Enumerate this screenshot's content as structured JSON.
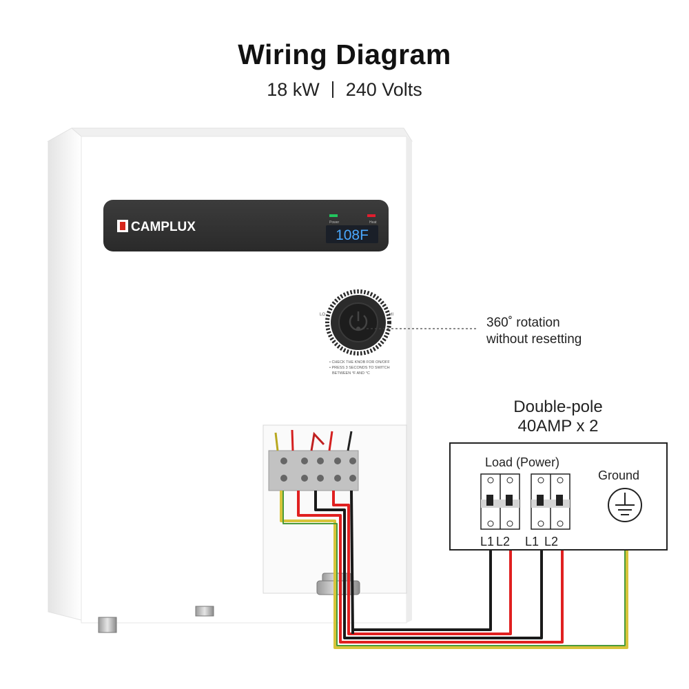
{
  "header": {
    "title": "Wiring Diagram",
    "spec_power": "18 kW",
    "spec_voltage": "240 Volts"
  },
  "heater": {
    "brand": "CAMPLUX",
    "display_value": "108F",
    "indicator_left": "Power",
    "indicator_right": "Heat",
    "indicator_left_color": "#22c55e",
    "indicator_right_color": "#e11d2e",
    "knob_label_low": "LO",
    "knob_label_high": "HI",
    "knob_instructions_line1": "• CHECK THE KNOB FOR ON/OFF",
    "knob_instructions_line2": "• PRESS 3 SECONDS TO SWITCH",
    "knob_instructions_line3": "BETWEEN °F AND °C"
  },
  "callout": {
    "line1": "360˚ rotation",
    "line2": "without resetting"
  },
  "breaker": {
    "title_line1": "Double-pole",
    "title_line2": "40AMP x 2",
    "load_label": "Load (Power)",
    "ground_label": "Ground",
    "terminals": [
      "L1",
      "L2",
      "L1",
      "L2"
    ]
  },
  "colors": {
    "wire_black": "#1a1a1a",
    "wire_red": "#e02020",
    "wire_ground_yellow": "#d8c43a",
    "wire_ground_green": "#4a9a3a",
    "panel_dark": "#333333",
    "display_blue": "#4aa8ff"
  },
  "icons": [
    "camplux-logo-icon",
    "ground-symbol-icon",
    "breaker-switch-icon",
    "knob-icon",
    "terminal-screw-icon"
  ]
}
